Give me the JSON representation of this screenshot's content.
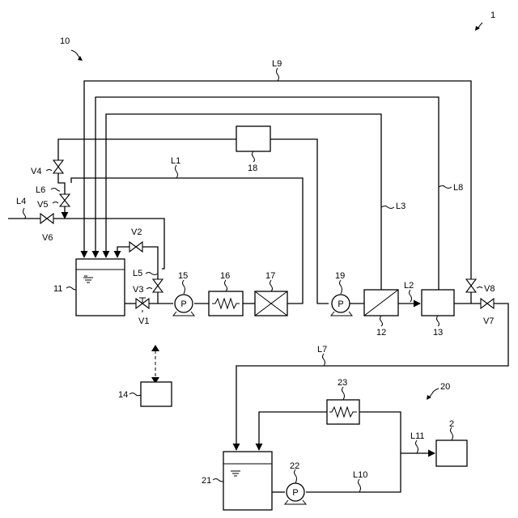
{
  "labels": {
    "system": "1",
    "unit10": "10",
    "unit20": "20",
    "tank11": "11",
    "membrane12": "12",
    "unit13": "13",
    "box14": "14",
    "pump15": "15",
    "heater16": "16",
    "unit17": "17",
    "box18": "18",
    "pump19": "19",
    "box2": "2",
    "tank21": "21",
    "pump22": "22",
    "heater23": "23",
    "L1": "L1",
    "L2": "L2",
    "L3": "L3",
    "L4": "L4",
    "L5": "L5",
    "L6": "L6",
    "L7": "L7",
    "L8": "L8",
    "L9": "L9",
    "L10": "L10",
    "L11": "L11",
    "V1": "V1",
    "V2": "V2",
    "V3": "V3",
    "V4": "V4",
    "V5": "V5",
    "V6": "V6",
    "V7": "V7",
    "V8": "V8",
    "pump_symbol": "P"
  }
}
